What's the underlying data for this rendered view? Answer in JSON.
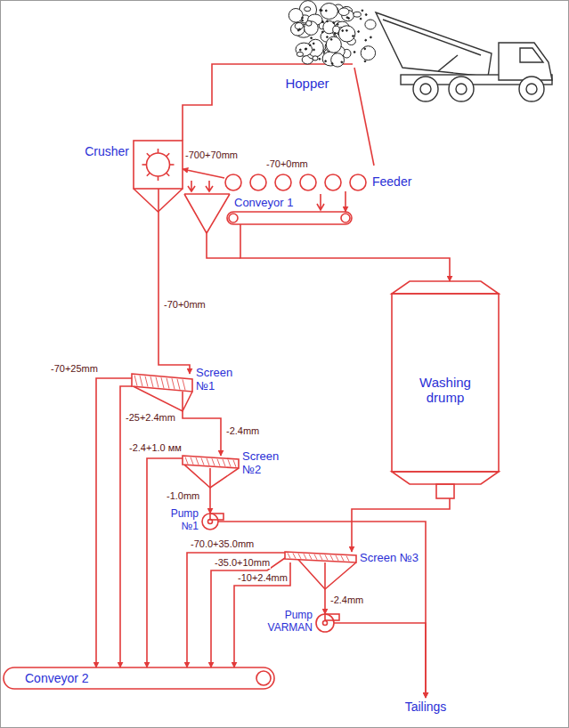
{
  "diagram": {
    "nodes": [
      {
        "text": [
          "Hopper"
        ]
      },
      {
        "text": [
          "Feeder"
        ]
      },
      {
        "text": [
          "Crusher"
        ]
      },
      {
        "text": [
          "Conveyor 1"
        ]
      },
      {
        "text": [
          "Washing drump"
        ]
      },
      {
        "text": [
          "Screen №1"
        ]
      },
      {
        "text": [
          "Screen №2"
        ]
      },
      {
        "text": [
          "Pump №1"
        ]
      },
      {
        "text": [
          "Screen №3"
        ]
      },
      {
        "text": [
          "Pump VARMAN"
        ]
      },
      {
        "text": [
          "Conveyor 2"
        ]
      },
      {
        "text": [
          "Tailings"
        ]
      }
    ],
    "edges": [
      {
        "from": 1,
        "to": 2,
        "label": "-700+70mm",
        "arrow": "to"
      },
      {
        "from": 1,
        "to": 3,
        "label": "-70+0mm",
        "arrow": "to"
      },
      {
        "from": 2,
        "to": 5,
        "label": "-70+0mm",
        "arrow": "to"
      },
      {
        "from": 3,
        "to": 4,
        "arrow": "to"
      },
      {
        "from": 5,
        "to": 10,
        "label": "-70+25mm",
        "arrow": "to"
      },
      {
        "from": 5,
        "to": 10,
        "label": "-25+2.4mm",
        "arrow": "to"
      },
      {
        "from": 5,
        "to": 6,
        "label": "-2.4mm",
        "arrow": "to"
      },
      {
        "from": 6,
        "to": 10,
        "label": "-2.4+1.0 мм",
        "arrow": "to"
      },
      {
        "from": 6,
        "to": 7,
        "label": "-1.0mm",
        "arrow": "to"
      },
      {
        "from": 7,
        "to": 11,
        "arrow": "to"
      },
      {
        "from": 4,
        "to": 8,
        "arrow": "to"
      },
      {
        "from": 8,
        "to": 10,
        "label": "-70.0+35.0mm",
        "arrow": "to"
      },
      {
        "from": 8,
        "to": 10,
        "label": "-35.0+10mm",
        "arrow": "to"
      },
      {
        "from": 8,
        "to": 10,
        "label": "-10+2.4mm",
        "arrow": "to"
      },
      {
        "from": 8,
        "to": 9,
        "label": "-2.4mm",
        "arrow": "to"
      },
      {
        "from": 9,
        "to": 11,
        "arrow": "to"
      }
    ]
  }
}
